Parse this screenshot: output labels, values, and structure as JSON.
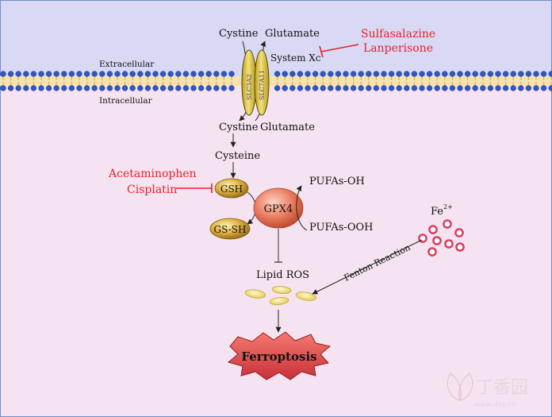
{
  "membrane": {
    "extracellular_label": "Extracellular",
    "intracellular_label": "Intracellular",
    "transporter_left": "SLC3A2",
    "transporter_right": "SLC7A11",
    "system_label": "System Xc"
  },
  "molecules": {
    "cystine_out": "Cystine",
    "glutamate_out": "Glutamate",
    "cystine_in": "Cystine",
    "glutamate_in": "Glutamate",
    "cysteine": "Cysteine",
    "gsh": "GSH",
    "gssh": "GS-SH",
    "gpx4": "GPX4",
    "pufas_oh": "PUFAs-OH",
    "pufas_ooh": "PUFAs-OOH",
    "lipid_ros": "Lipid ROS",
    "fe": "Fe",
    "fe_charge": "2+",
    "fenton": "Fenton Reaction",
    "ferroptosis": "Ferroptosis"
  },
  "inhibitors": {
    "systemxc_drug1": "Sulfasalazine",
    "systemxc_drug2": "Lanperisone",
    "gsh_drug1": "Acetaminophen",
    "gsh_drug2": "Cisplatin"
  },
  "watermark": {
    "text": "丁香园",
    "url": "www.dxy.cn"
  },
  "colors": {
    "extracellular_bg": "#d9d9f5",
    "intracellular_bg": "#f6e3f1",
    "lipid_head": "#2f56c8",
    "lipid_tail": "#e0b24a",
    "transporter": "#e3cf4c",
    "gsh_gold": "#d9a838",
    "gpx4_red": "#e97a5f",
    "fe_red": "#d8395a",
    "ros_yellow": "#f0e070",
    "ferroptosis_red": "#e04a4a",
    "inhibitor_red": "#e8202a"
  }
}
